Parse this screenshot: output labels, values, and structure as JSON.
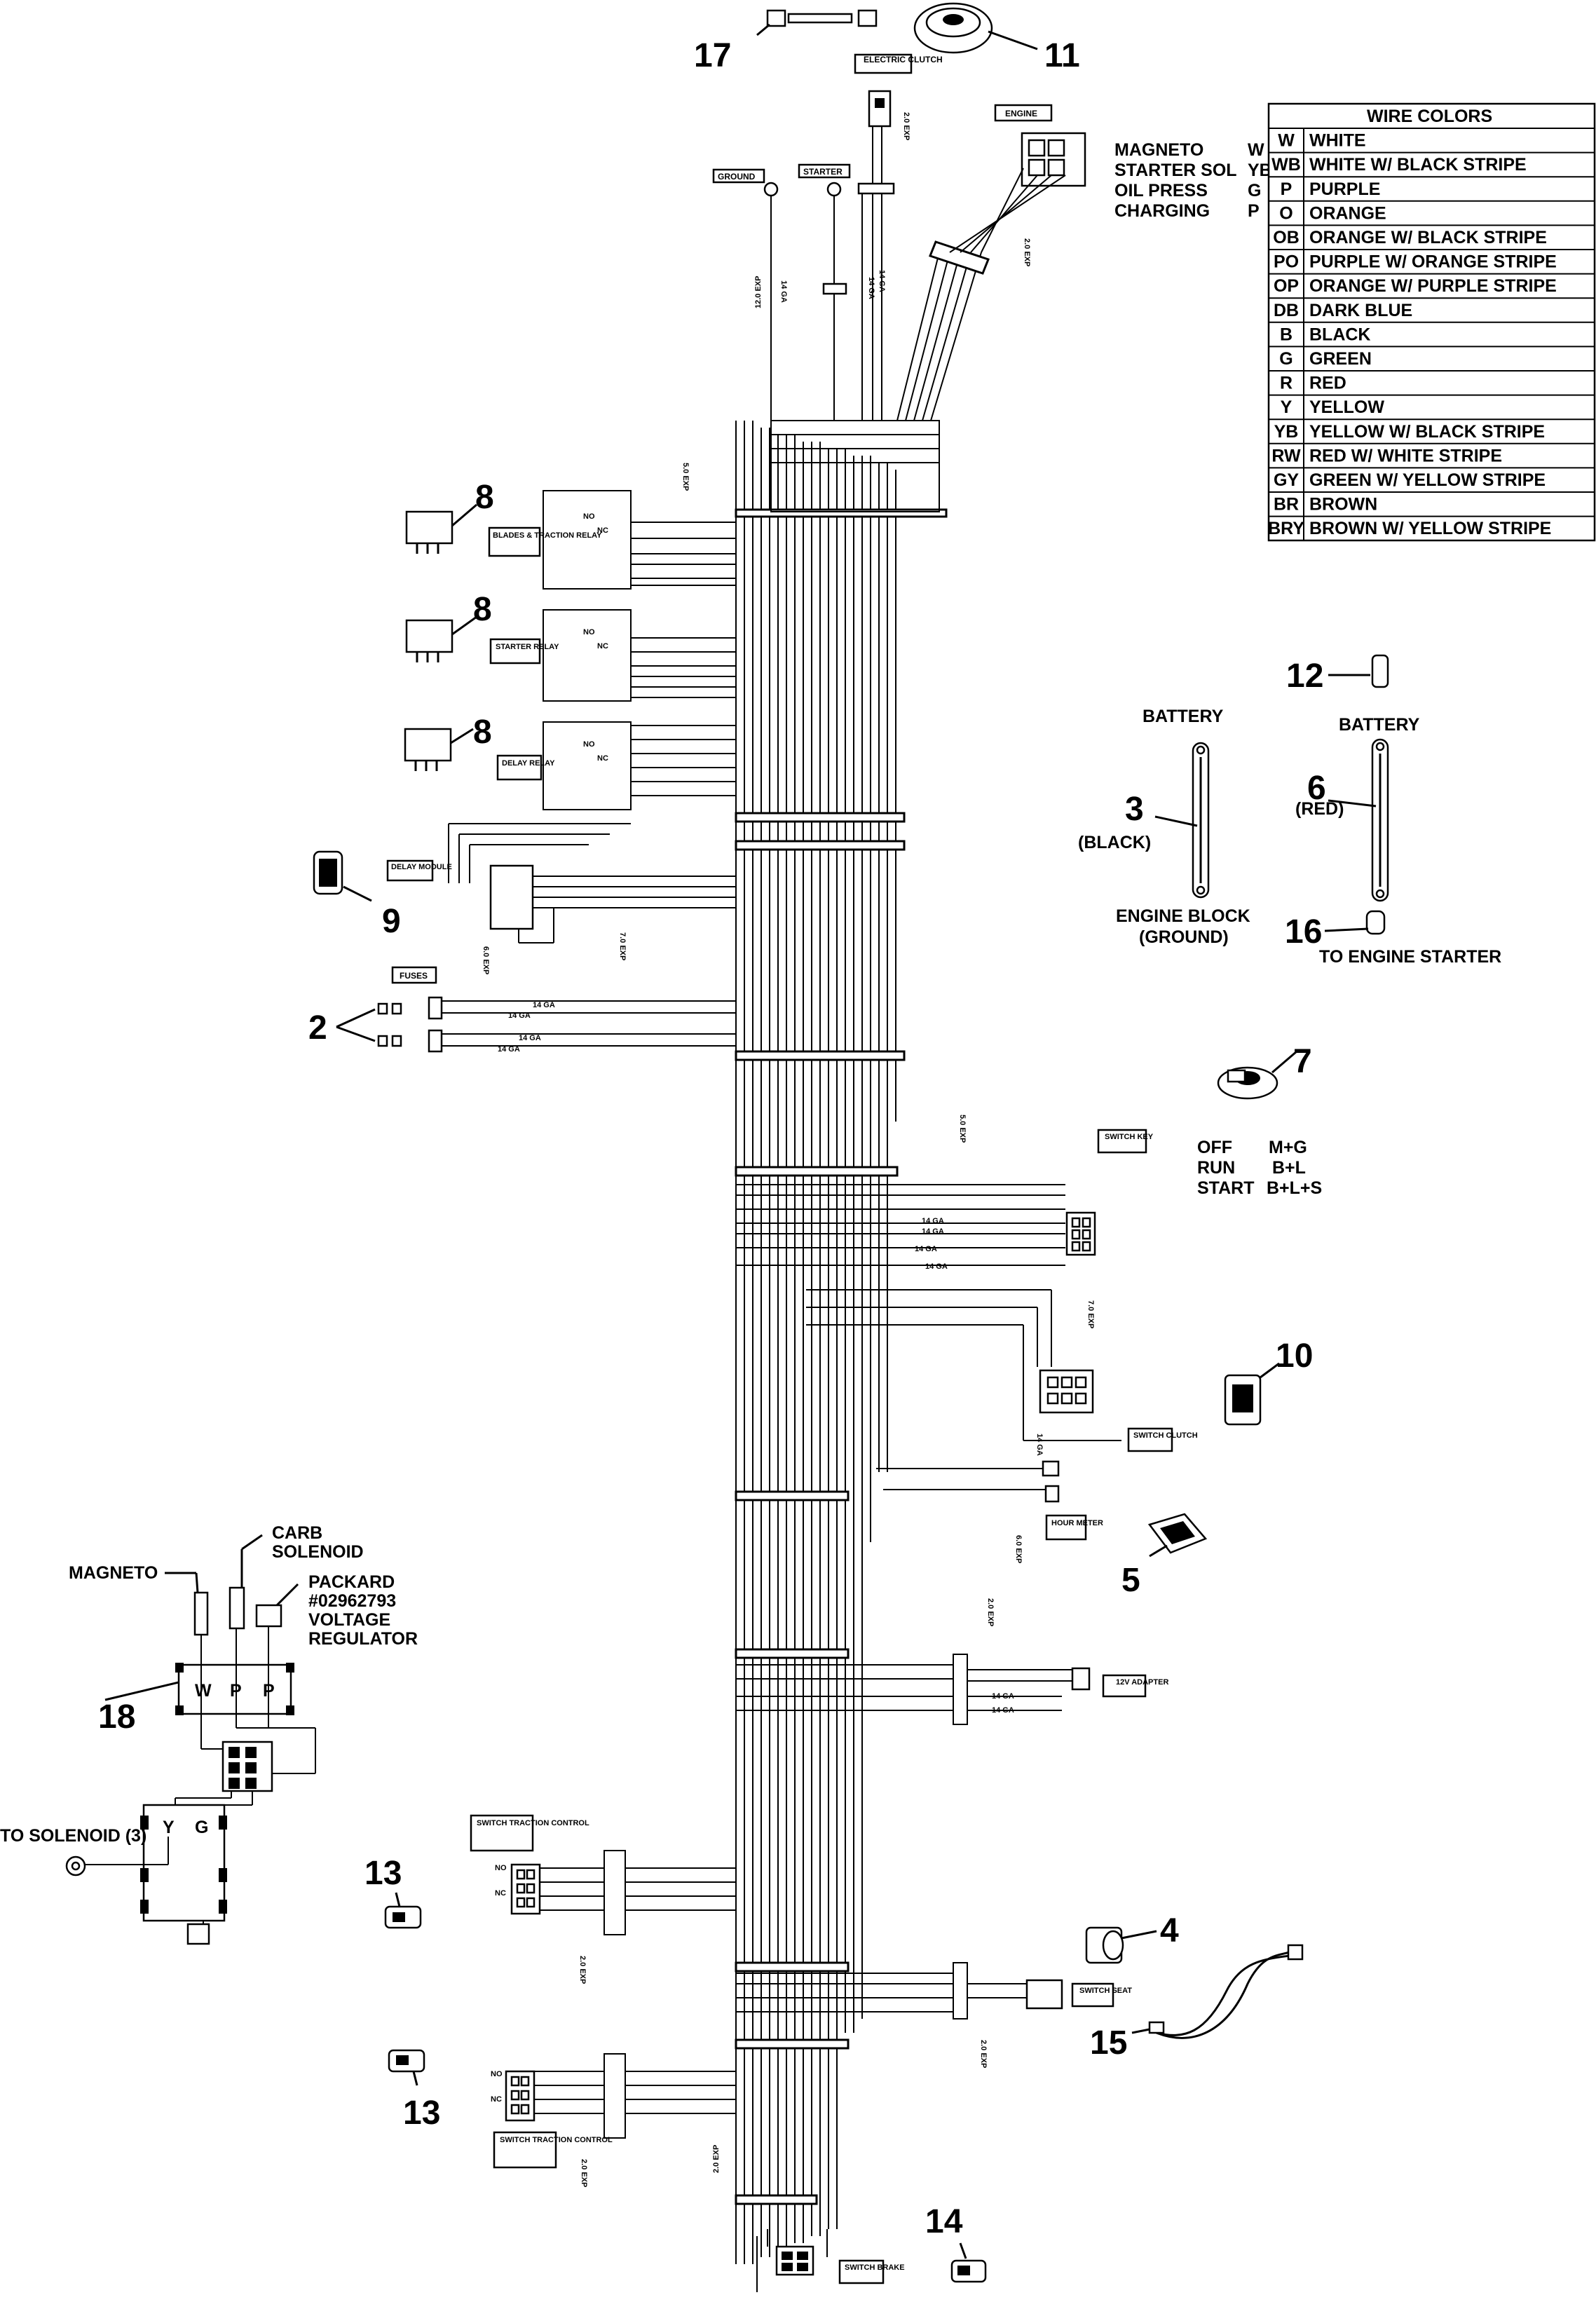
{
  "callouts": [
    {
      "id": "17",
      "label": "17"
    },
    {
      "id": "11",
      "label": "11"
    },
    {
      "id": "8a",
      "label": "8"
    },
    {
      "id": "8b",
      "label": "8"
    },
    {
      "id": "8c",
      "label": "8"
    },
    {
      "id": "9",
      "label": "9"
    },
    {
      "id": "2",
      "label": "2"
    },
    {
      "id": "12",
      "label": "12"
    },
    {
      "id": "3",
      "label": "3"
    },
    {
      "id": "6",
      "label": "6"
    },
    {
      "id": "16",
      "label": "16"
    },
    {
      "id": "7",
      "label": "7"
    },
    {
      "id": "10",
      "label": "10"
    },
    {
      "id": "5",
      "label": "5"
    },
    {
      "id": "18",
      "label": "18"
    },
    {
      "id": "13a",
      "label": "13"
    },
    {
      "id": "13b",
      "label": "13"
    },
    {
      "id": "4",
      "label": "4"
    },
    {
      "id": "15",
      "label": "15"
    },
    {
      "id": "14",
      "label": "14"
    }
  ],
  "component_tags": {
    "electric_clutch": "ELECTRIC CLUTCH",
    "engine": "ENGINE",
    "ground": "GROUND",
    "starter": "STARTER",
    "blades_traction_relay": "BLADES & TRACTION RELAY",
    "starter_relay": "STARTER RELAY",
    "delay_relay": "DELAY RELAY",
    "delay_module": "DELAY MODULE",
    "fuses": "FUSES",
    "switch_key": "SWITCH KEY",
    "switch_clutch": "SWITCH CLUTCH",
    "hour_meter": "HOUR METER",
    "adapter_12v": "12V ADAPTER",
    "switch_traction_control_1": "SWITCH TRACTION CONTROL",
    "switch_traction_control_2": "SWITCH TRACTION CONTROL",
    "switch_seat": "SWITCH SEAT",
    "switch_brake": "SWITCH BRAKE"
  },
  "engine_connector": [
    {
      "name": "MAGNETO",
      "code": "W"
    },
    {
      "name": "STARTER SOL",
      "code": "YB"
    },
    {
      "name": "OIL PRESS",
      "code": "G"
    },
    {
      "name": "CHARGING",
      "code": "P"
    }
  ],
  "wire_colors": {
    "title": "WIRE COLORS",
    "rows": [
      {
        "code": "W",
        "name": "WHITE"
      },
      {
        "code": "WB",
        "name": "WHITE W/ BLACK STRIPE"
      },
      {
        "code": "P",
        "name": "PURPLE"
      },
      {
        "code": "O",
        "name": "ORANGE"
      },
      {
        "code": "OB",
        "name": "ORANGE W/ BLACK STRIPE"
      },
      {
        "code": "PO",
        "name": "PURPLE W/ ORANGE STRIPE"
      },
      {
        "code": "OP",
        "name": "ORANGE W/ PURPLE STRIPE"
      },
      {
        "code": "DB",
        "name": "DARK BLUE"
      },
      {
        "code": "B",
        "name": "BLACK"
      },
      {
        "code": "G",
        "name": "GREEN"
      },
      {
        "code": "R",
        "name": "RED"
      },
      {
        "code": "Y",
        "name": "YELLOW"
      },
      {
        "code": "YB",
        "name": "YELLOW W/ BLACK STRIPE"
      },
      {
        "code": "RW",
        "name": "RED W/ WHITE STRIPE"
      },
      {
        "code": "GY",
        "name": "GREEN W/ YELLOW STRIPE"
      },
      {
        "code": "BR",
        "name": "BROWN"
      },
      {
        "code": "BRY",
        "name": "BROWN W/ YELLOW STRIPE"
      }
    ]
  },
  "battery_black": {
    "top": "BATTERY",
    "color": "(BLACK)",
    "bottom1": "ENGINE BLOCK",
    "bottom2": "(GROUND)"
  },
  "battery_red": {
    "top": "BATTERY",
    "color": "(RED)",
    "starter": "TO ENGINE STARTER"
  },
  "key_positions": [
    {
      "pos": "OFF",
      "contacts": "M+G"
    },
    {
      "pos": "RUN",
      "contacts": "B+L"
    },
    {
      "pos": "START",
      "contacts": "B+L+S"
    }
  ],
  "regulator": {
    "magneto": "MAGNETO",
    "carb1": "CARB",
    "carb2": "SOLENOID",
    "packard1": "PACKARD",
    "packard2": "#02962793",
    "packard3": "VOLTAGE",
    "packard4": "REGULATOR",
    "pins": [
      "W",
      "P",
      "P"
    ],
    "pins2": [
      "Y",
      "G"
    ],
    "to_solenoid": "TO SOLENOID (3)"
  },
  "wire_labels": {
    "gauge14": "14 GA",
    "exp2": "2.0 EXP",
    "exp5": "5.0 EXP",
    "exp6": "6.0 EXP",
    "exp7": "7.0 EXP",
    "exp12": "12.0 EXP"
  },
  "relay_pins": {
    "no": "NO",
    "nc": "NC"
  }
}
